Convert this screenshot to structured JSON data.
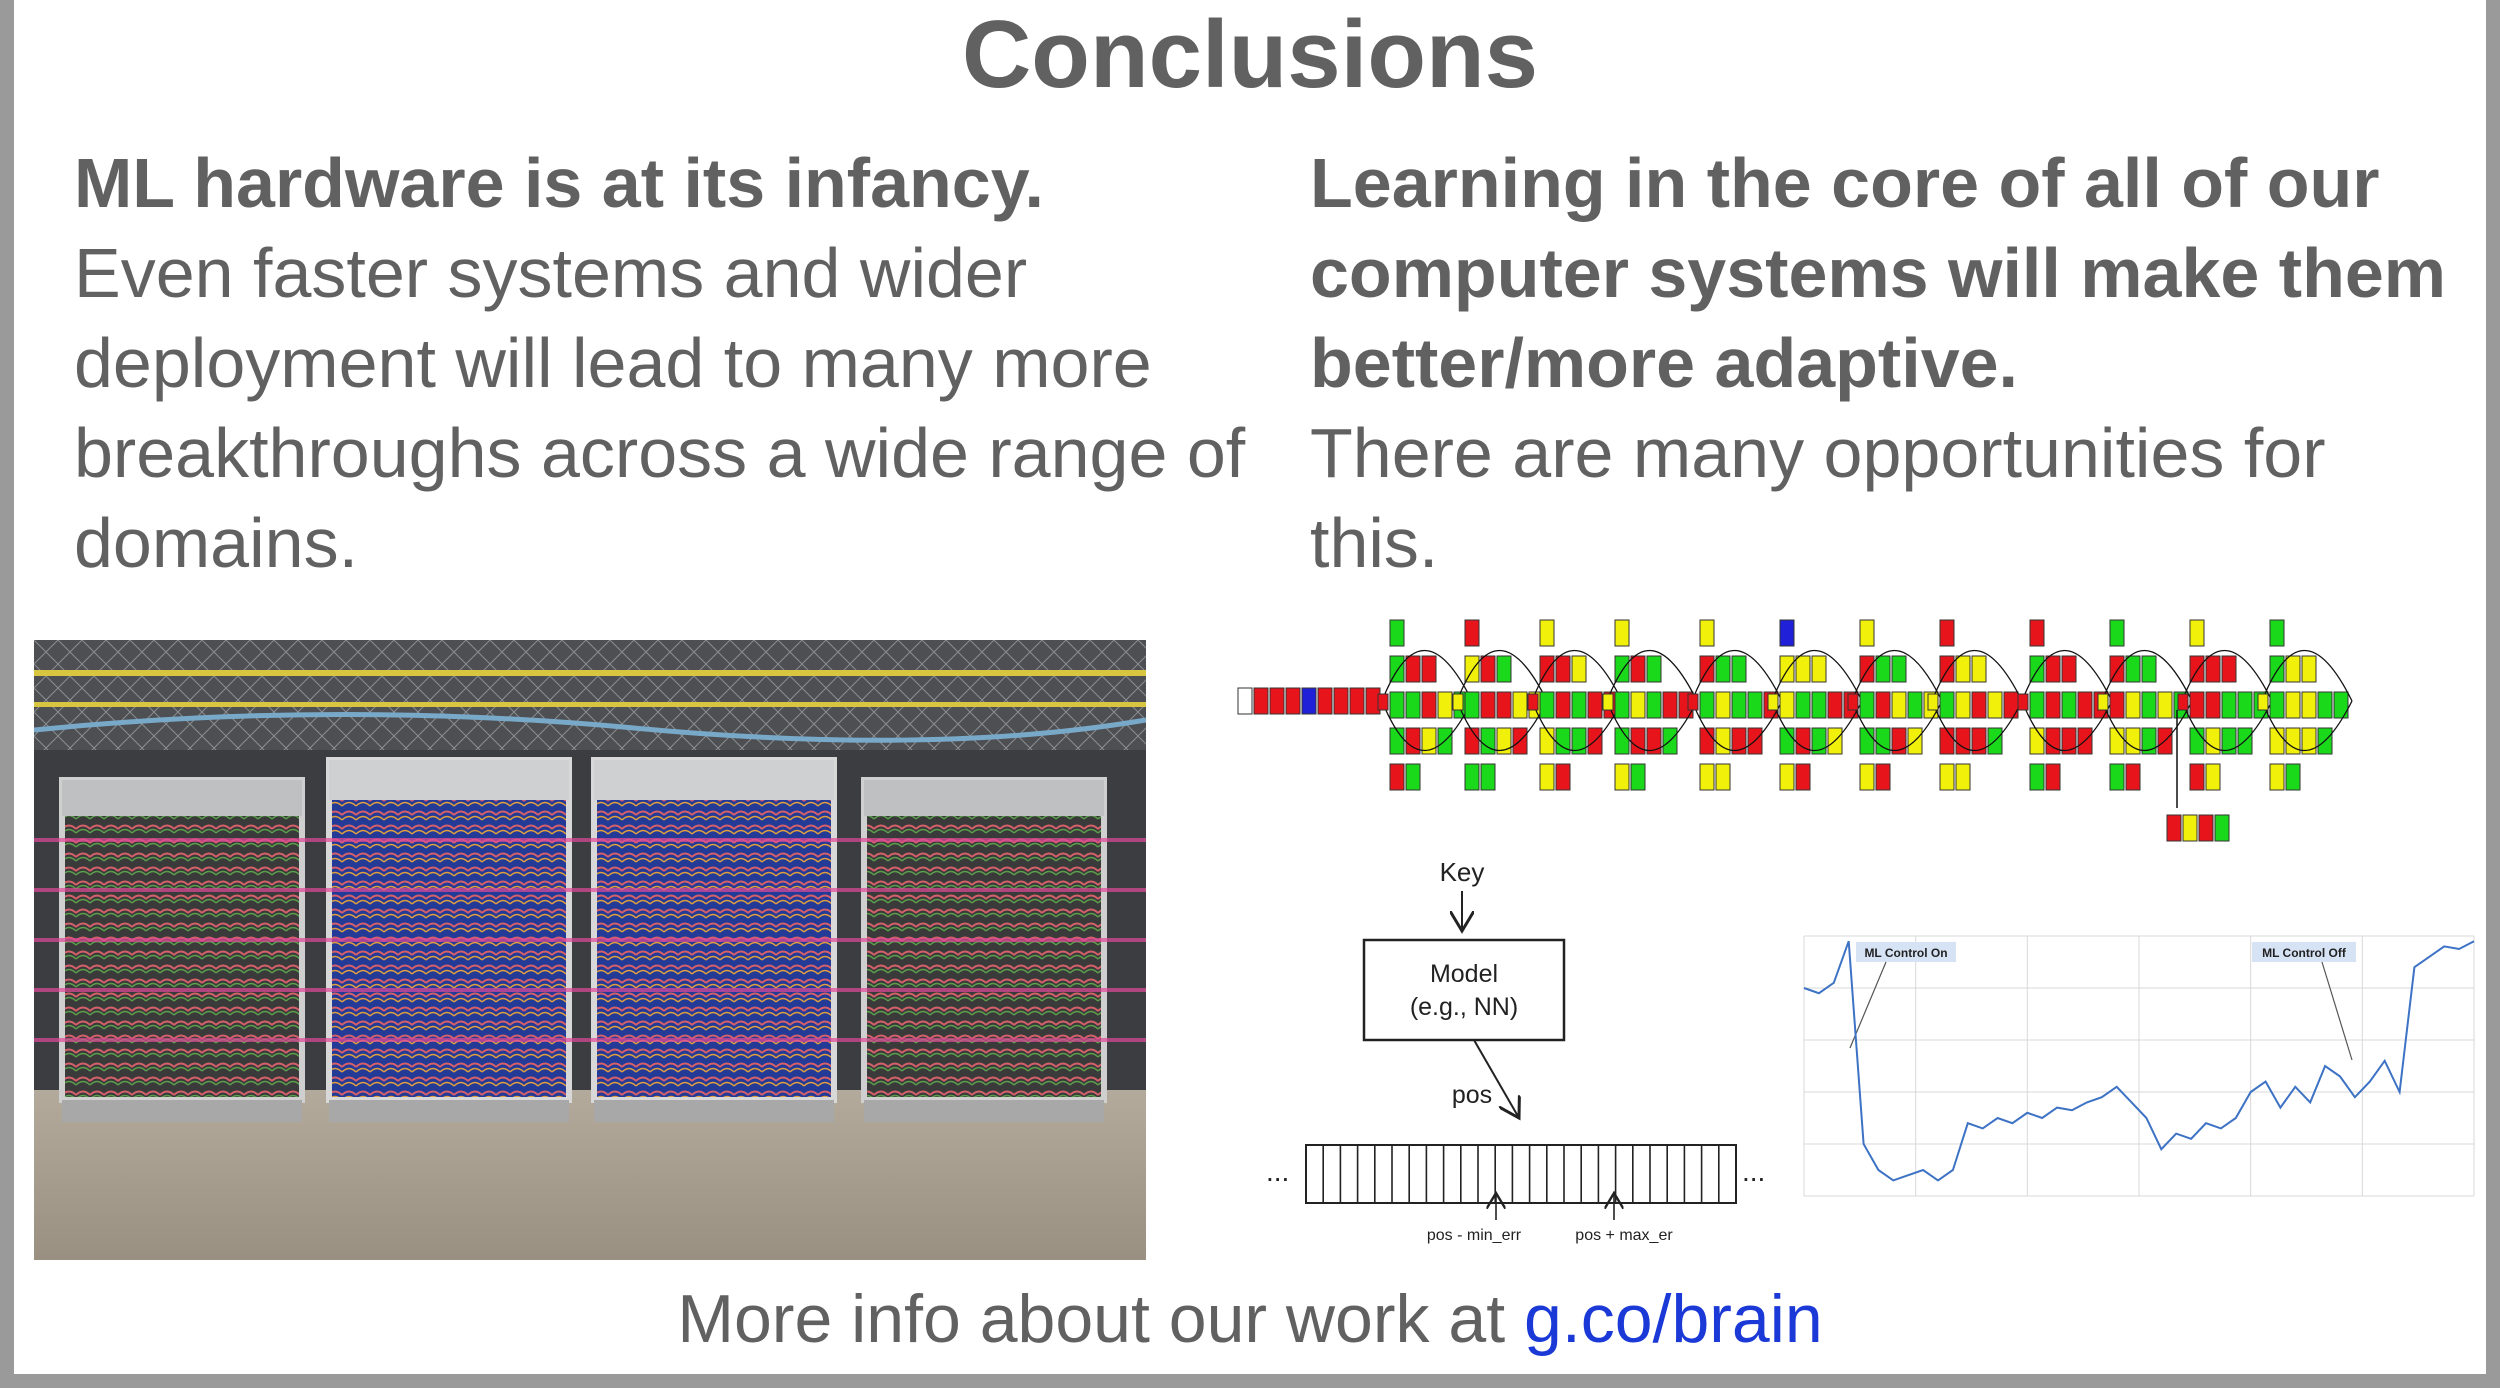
{
  "title": "Conclusions",
  "left": {
    "heading": "ML hardware is at its infancy.",
    "body": "Even faster systems and wider deployment will lead to many more breakthroughs across a wide range of domains."
  },
  "right": {
    "heading": "Learning in the core of all of our computer systems will make them better/more adaptive.",
    "body": "There are many opportunities for this."
  },
  "model_diagram": {
    "key_label": "Key",
    "model_label_line1": "Model",
    "model_label_line2": "(e.g., NN)",
    "pos_label": "pos",
    "left_ellipsis": "...",
    "right_ellipsis": "...",
    "min_label": "pos - min_err",
    "max_label": "pos + max_er"
  },
  "chart_data": {
    "type": "line",
    "annotations": [
      "ML Control On",
      "ML Control Off"
    ],
    "series": [
      {
        "values": [
          0.8,
          0.78,
          0.82,
          0.98,
          0.2,
          0.1,
          0.06,
          0.08,
          0.1,
          0.06,
          0.1,
          0.28,
          0.26,
          0.3,
          0.28,
          0.32,
          0.3,
          0.34,
          0.33,
          0.36,
          0.38,
          0.42,
          0.36,
          0.3,
          0.18,
          0.24,
          0.22,
          0.28,
          0.26,
          0.3,
          0.4,
          0.44,
          0.34,
          0.42,
          0.36,
          0.5,
          0.46,
          0.38,
          0.44,
          0.52,
          0.4,
          0.88,
          0.92,
          0.96,
          0.95,
          0.98
        ]
      }
    ]
  },
  "colors": {
    "text": "#616161",
    "link": "#1a39d6",
    "node_red": "#e8141c",
    "node_green": "#1ad91a",
    "node_yellow": "#f0f00a",
    "node_blue": "#2020d8",
    "chart_line": "#3d72c4"
  },
  "footer": {
    "prefix": "More info about our work at",
    "link": "g.co/brain"
  }
}
